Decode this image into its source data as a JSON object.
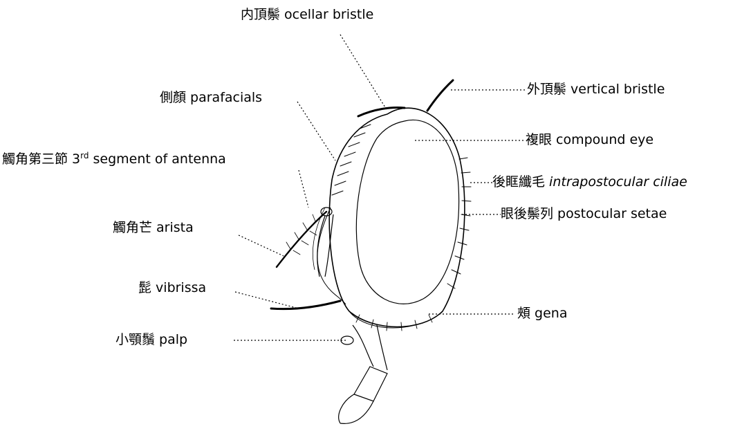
{
  "labels": {
    "ocellar_bristle": "内頂鬃 ocellar bristle",
    "vertical_bristle": "外頂鬃 vertical bristle",
    "parafacials": "側顏 parafacials",
    "compound_eye": "複眼 compound eye",
    "antenna_segment_prefix": "觸角第三節 3",
    "antenna_segment_sup": "rd",
    "antenna_segment_suffix": " segment of antenna",
    "intrapostocular_zh": "後眶纖毛 ",
    "intrapostocular_en": "intrapostocular ciliae",
    "postocular_setae": "眼後鬃列 postocular setae",
    "arista": "觸角芒 arista",
    "vibrissa": "髭 vibrissa",
    "gena": "頰 gena",
    "palp": "小顎鬚 palp"
  },
  "colors": {
    "ink": "#000000",
    "background": "#ffffff"
  }
}
